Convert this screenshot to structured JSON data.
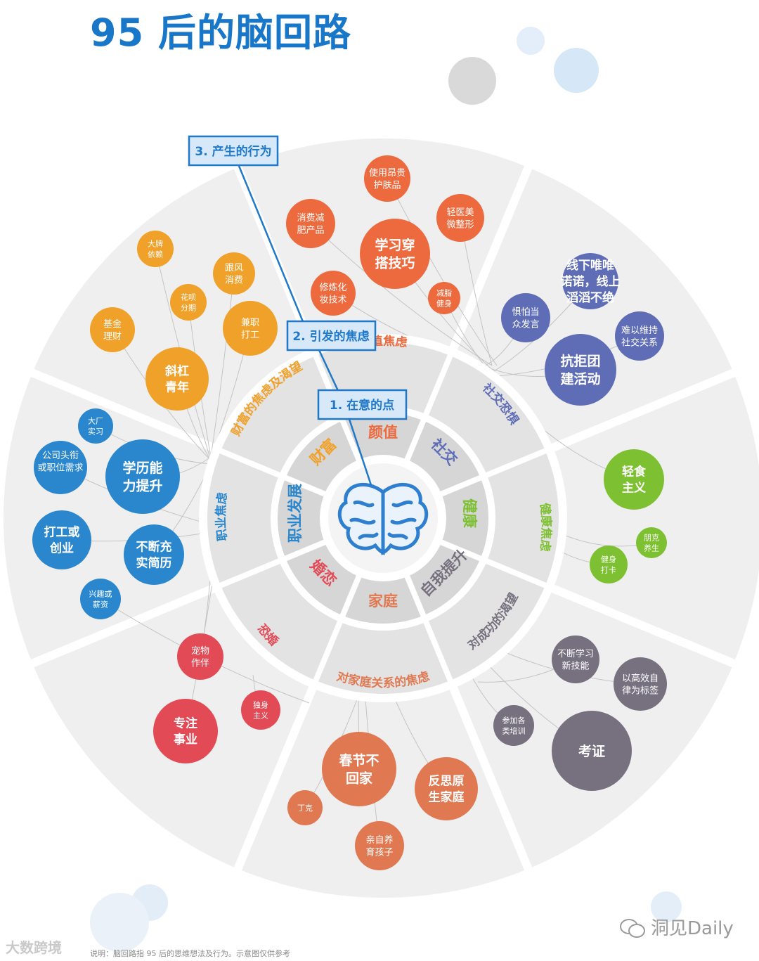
{
  "title": "95 后的脑回路",
  "colors": {
    "title": "#1877c9",
    "label_blue": "#1f78c8",
    "orange": "#f0a12a",
    "red_orange": "#ec6a3d",
    "purple": "#5e6db5",
    "green": "#7dc031",
    "gray_purple": "#76707f",
    "crimson": "#e24a56",
    "rust": "#e07952",
    "blue": "#2b87cd"
  },
  "labels": {
    "l1": "1. 在意的点",
    "l2": "2. 引发的焦虑",
    "l3": "3. 产生的行为"
  },
  "inner": [
    "颜值",
    "社交",
    "健康",
    "自我提升",
    "家庭",
    "婚恋",
    "职业发展",
    "财富"
  ],
  "middle": [
    "颜值焦虑",
    "社交恐惧",
    "健康焦虑",
    "对成功的渴望",
    "对家庭关系的焦虑",
    "恐婚",
    "职业焦虑",
    "财富的焦虑及渴望"
  ],
  "bubbles": [
    {
      "t": "使用昂贵护肤品",
      "c": "red_orange"
    },
    {
      "t": "消费减肥产品",
      "c": "red_orange"
    },
    {
      "t": "轻医美微整形",
      "c": "red_orange"
    },
    {
      "t": "学习穿搭技巧",
      "c": "red_orange"
    },
    {
      "t": "修炼化妆技术",
      "c": "red_orange"
    },
    {
      "t": "减脂健身",
      "c": "red_orange"
    },
    {
      "t": "线下唯唯诺诺，线上滔滔不绝",
      "c": "purple"
    },
    {
      "t": "惧怕当众发言",
      "c": "purple"
    },
    {
      "t": "难以维持社交关系",
      "c": "purple"
    },
    {
      "t": "抗拒团建活动",
      "c": "purple"
    },
    {
      "t": "轻食主义",
      "c": "green"
    },
    {
      "t": "朋克养生",
      "c": "green"
    },
    {
      "t": "健身打卡",
      "c": "green"
    },
    {
      "t": "不断学习新技能",
      "c": "gray_purple"
    },
    {
      "t": "以高效自律为标签",
      "c": "gray_purple"
    },
    {
      "t": "参加各类培训",
      "c": "gray_purple"
    },
    {
      "t": "考证",
      "c": "gray_purple"
    },
    {
      "t": "春节不回家",
      "c": "rust"
    },
    {
      "t": "反思原生家庭",
      "c": "rust"
    },
    {
      "t": "丁克",
      "c": "rust"
    },
    {
      "t": "亲自养育孩子",
      "c": "rust"
    },
    {
      "t": "宠物作伴",
      "c": "crimson"
    },
    {
      "t": "独身主义",
      "c": "crimson"
    },
    {
      "t": "专注事业",
      "c": "crimson"
    },
    {
      "t": "大厂实习",
      "c": "blue"
    },
    {
      "t": "公司头衔或职位需求",
      "c": "blue"
    },
    {
      "t": "学历能力提升",
      "c": "blue"
    },
    {
      "t": "打工或创业",
      "c": "blue"
    },
    {
      "t": "不断充实简历",
      "c": "blue"
    },
    {
      "t": "兴趣或薪资",
      "c": "blue"
    },
    {
      "t": "大牌依赖",
      "c": "orange"
    },
    {
      "t": "跟风消费",
      "c": "orange"
    },
    {
      "t": "花呗分期",
      "c": "orange"
    },
    {
      "t": "基金理财",
      "c": "orange"
    },
    {
      "t": "兼职打工",
      "c": "orange"
    },
    {
      "t": "斜杠青年",
      "c": "orange"
    }
  ],
  "footer": {
    "logo": "大数跨境",
    "note": "说明：脑回路指 95 后的思维想法及行为。示意图仅供参考"
  },
  "watermark": "洞见Daily"
}
